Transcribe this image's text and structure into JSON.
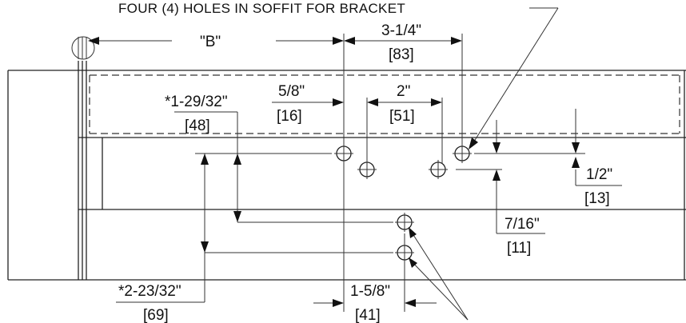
{
  "notes": {
    "holes_note": "FOUR (4) HOLES IN SOFFIT FOR BRACKET"
  },
  "dimensions": {
    "b_label": "\"B\"",
    "d1_in": "3-1/4\"",
    "d1_mm": "[83]",
    "d2_in": "5/8\"",
    "d2_mm": "[16]",
    "d3_in": "2\"",
    "d3_mm": "[51]",
    "d4_in": "*1-29/32\"",
    "d4_mm": "[48]",
    "d5_in": "1/2\"",
    "d5_mm": "[13]",
    "d6_in": "7/16\"",
    "d6_mm": "[11]",
    "d7_in": "*2-23/32\"",
    "d7_mm": "[69]",
    "d8_in": "1-5/8\"",
    "d8_mm": "[41]"
  },
  "icons": {
    "hole": "crosshair-hole-icon",
    "pivot": "pivot-circle-icon",
    "arrowhead": "arrowhead-icon"
  }
}
